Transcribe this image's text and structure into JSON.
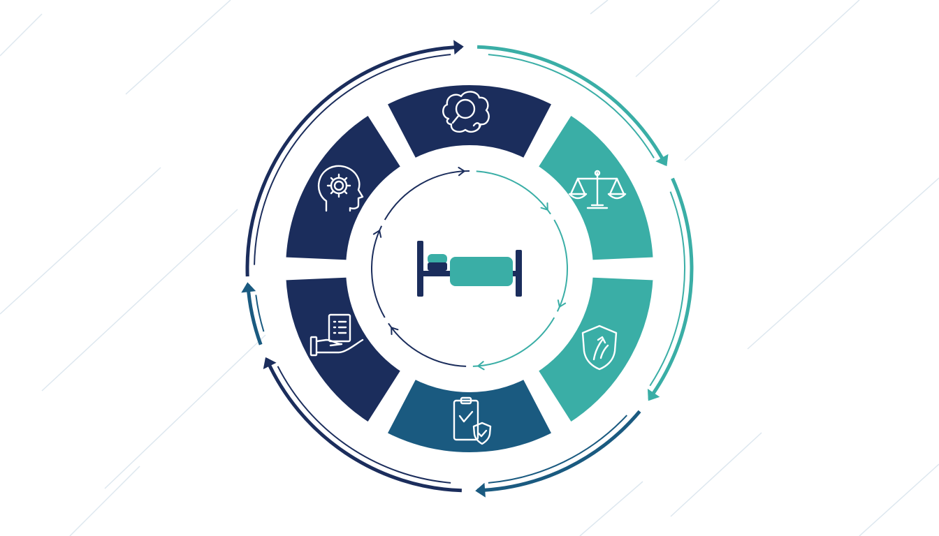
{
  "diagram": {
    "type": "cycle",
    "center": {
      "icon": "hospital-bed-icon"
    },
    "segments": [
      {
        "icon": "brain-search-icon",
        "color": "#1b2d5c"
      },
      {
        "icon": "balance-scale-icon",
        "color": "#3aaea6"
      },
      {
        "icon": "shield-arrow-icon",
        "color": "#3aaea6"
      },
      {
        "icon": "clipboard-check-shield-icon",
        "color": "#1a5a80"
      },
      {
        "icon": "hand-document-icon",
        "color": "#1b2d5c"
      },
      {
        "icon": "head-gear-icon",
        "color": "#1b2d5c"
      }
    ],
    "outer_ring": {
      "direction": "clockwise"
    },
    "inner_ring": {
      "direction": "clockwise"
    }
  },
  "colors": {
    "navy": "#1b2d5c",
    "teal": "#3aaea6",
    "blue": "#1a5a80",
    "icon_stroke": "#ffffff",
    "background": "#ffffff",
    "background_lines": "#dde7ef"
  }
}
